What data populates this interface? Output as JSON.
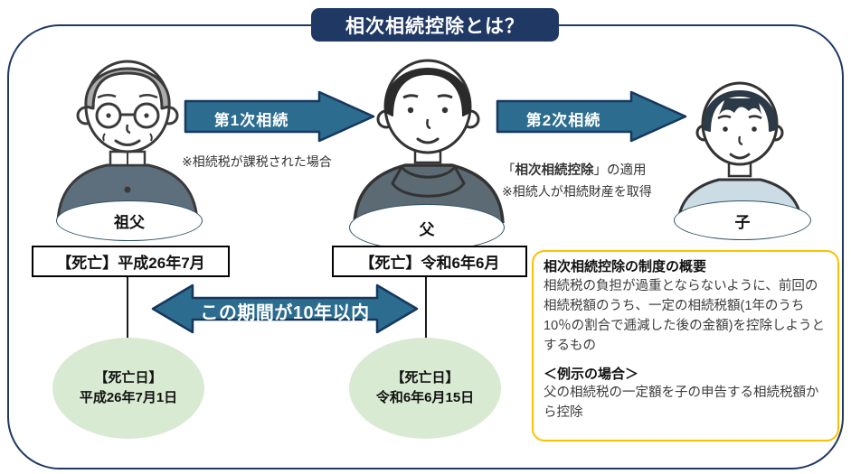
{
  "title": "相次相続控除とは？",
  "colors": {
    "frame_navy": "#1F3864",
    "arrow_fill": "#2B6C8F",
    "arrow_stroke": "#17375E",
    "green_ellipse": "#D9EAD3",
    "overview_border_gold": "#FFC000"
  },
  "people": {
    "grandfather": {
      "label": "祖父"
    },
    "father": {
      "label": "父"
    },
    "child": {
      "label": "子"
    }
  },
  "first_inheritance": {
    "arrow_label": "第1次相続",
    "note": "※相続税が課税された場合"
  },
  "second_inheritance": {
    "arrow_label": "第2次相続",
    "note1_open": "「",
    "note1_bold": "相次相続控除",
    "note1_rest": "」の適用",
    "note2": "※相続人が相続財産を取得"
  },
  "death_grandfather": {
    "box_label": "【死亡】平成26年7月",
    "date_title": "【死亡日】",
    "date_value": "平成26年7月1日"
  },
  "death_father": {
    "box_label": "【死亡】令和6年6月",
    "date_title": "【死亡日】",
    "date_value": "令和6年6月15日"
  },
  "period_arrow": {
    "label": "この期間が10年以内"
  },
  "overview_box": {
    "title": "相次相続控除の制度の概要",
    "body": "相続税の負担が過重とならないように、前回の相続税額のうち、一定の相続税額(1年のうち10％の割合で逓減した後の金額)を控除しようとするもの",
    "example_title": "＜例示の場合＞",
    "example_body": "父の相続税の一定額を子の申告する相続税額から控除"
  }
}
